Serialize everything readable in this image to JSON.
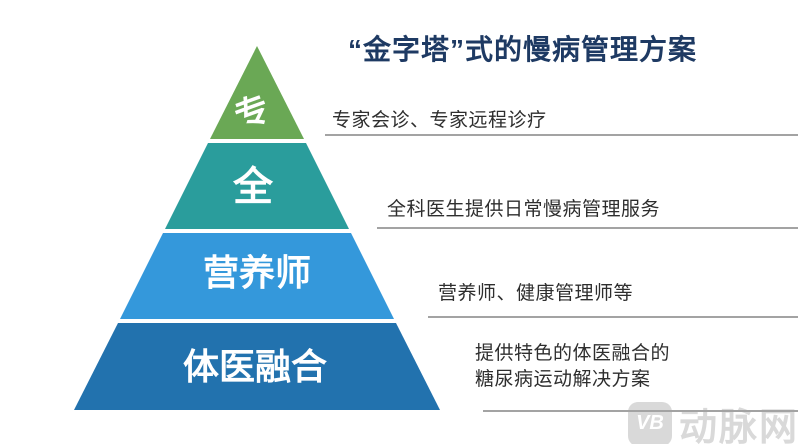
{
  "title": "“金字塔”式的慢病管理方案",
  "pyramid": {
    "levels": [
      {
        "label": "专",
        "color": "#6aa855",
        "description": "专家会诊、专家远程诊疗"
      },
      {
        "label": "全",
        "color": "#2a9d9c",
        "description": "全科医生提供日常慢病管理服务"
      },
      {
        "label": "营养师",
        "color": "#3498db",
        "description": "营养师、健康管理师等"
      },
      {
        "label": "体医融合",
        "color": "#2272ae",
        "description_line1": "提供特色的体医融合的",
        "description_line2": "糖尿病运动解决方案"
      }
    ]
  },
  "watermark": {
    "icon_text": "VB",
    "text": "动脉网"
  }
}
